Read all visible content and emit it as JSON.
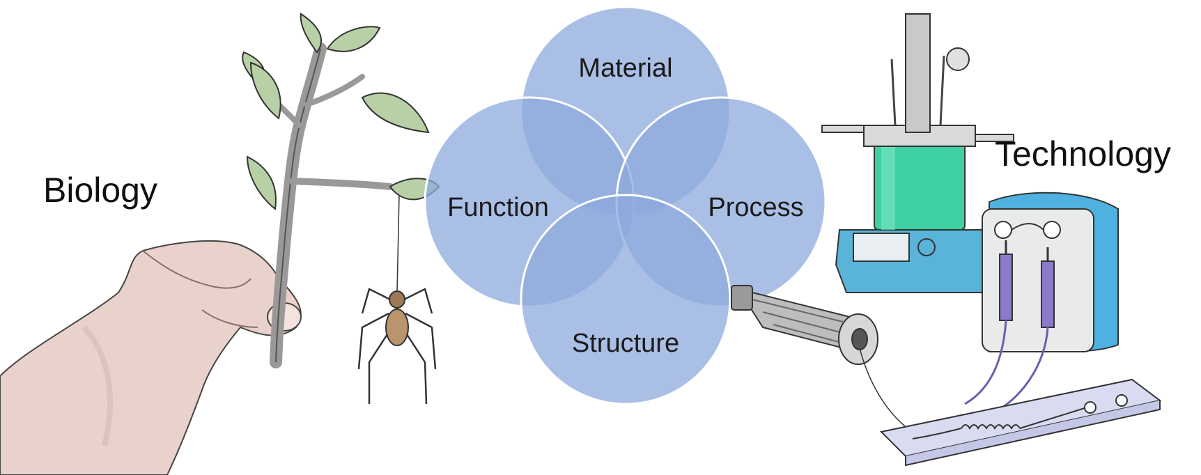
{
  "labels": {
    "biology": "Biology",
    "technology": "Technology"
  },
  "venn": {
    "circles": [
      {
        "label": "Material"
      },
      {
        "label": "Function"
      },
      {
        "label": "Process"
      },
      {
        "label": "Structure"
      }
    ],
    "circle_fill": "#8ea9dc",
    "overlap_tint": "#6f8fcf",
    "outline": "#ffffff"
  },
  "illustrations": {
    "left": [
      "hand-icon",
      "plant-icon",
      "spider-icon"
    ],
    "right": [
      "reactor-icon",
      "syringe-pump-icon",
      "spinneret-nozzle-icon",
      "microfluidic-chip-icon"
    ]
  }
}
